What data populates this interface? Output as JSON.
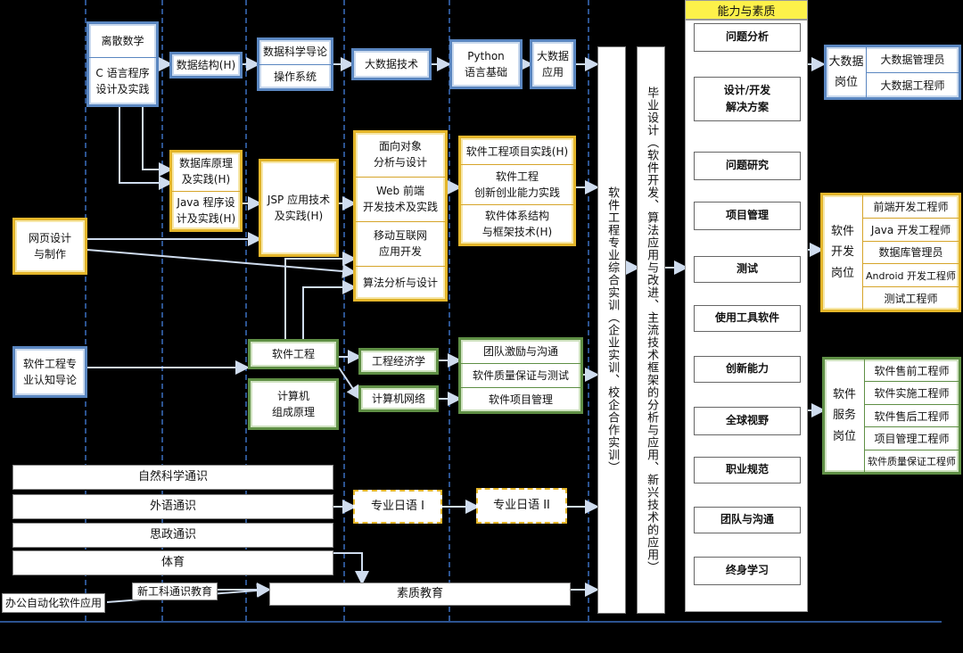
{
  "courses": {
    "discrete_math": "离散数学",
    "c_programming": "C 语言程序\n设计及实践",
    "data_structures": "数据结构(H)",
    "ds_intro": "数据科学导论",
    "os": "操作系统",
    "big_data_tech": "大数据技术",
    "python": "Python\n语言基础",
    "big_data_app": "大数据\n应用",
    "database": "数据库原理\n及实践(H)",
    "java": "Java 程序设\n计及实践(H)",
    "jsp": "JSP 应用技术\n及实践(H)",
    "ooad": "面向对象\n分析与设计",
    "web": "Web 前端\n开发技术及实践",
    "mobile": "移动互联网\n应用开发",
    "algorithms": "算法分析与设计",
    "se_project": "软件工程项目实践(H)",
    "se_innovation": "软件工程\n创新创业能力实践",
    "architecture": "软件体系结构\n与框架技术(H)",
    "web_page": "网页设计\n与制作",
    "se_intro": "软件工程专\n业认知导论",
    "software_eng": "软件工程",
    "computer_org": "计算机\n组成原理",
    "eng_econ": "工程经济学",
    "networks": "计算机网络",
    "team": "团队激励与沟通",
    "qa": "软件质量保证与测试",
    "proj_mgmt": "软件项目管理",
    "natural_sci": "自然科学通识",
    "foreign_lang": "外语通识",
    "ideology": "思政通识",
    "pe": "体育",
    "office": "办公自动化软件应用",
    "new_eng": "新工科通识教育",
    "quality_edu": "素质教育",
    "japanese1": "专业日语 I",
    "japanese2": "专业日语 II"
  },
  "practice": {
    "comprehensive": "软件工程专业综合实训（企业实训、校企合作实训）",
    "graduation": "毕业设计（软件开发、算法应用与改进、主流技术框架的分析与应用、新兴技术的应用）"
  },
  "abilities": {
    "header": "能力与素质",
    "items": [
      "问题分析",
      "设计/开发\n解决方案",
      "问题研究",
      "项目管理",
      "测试",
      "使用工具软件",
      "创新能力",
      "全球视野",
      "职业规范",
      "团队与沟通",
      "终身学习"
    ]
  },
  "posts": {
    "big_data": {
      "title": "大数据\n岗位",
      "roles": [
        "大数据管理员",
        "大数据工程师"
      ]
    },
    "software_dev": {
      "title": "软件\n开发\n岗位",
      "roles": [
        "前端开发工程师",
        "Java 开发工程师",
        "数据库管理员",
        "Android 开发工程师",
        "测试工程师"
      ]
    },
    "software_service": {
      "title": "软件\n服务\n岗位",
      "roles": [
        "软件售前工程师",
        "软件实施工程师",
        "软件售后工程师",
        "项目管理工程师",
        "软件质量保证工程师"
      ]
    }
  },
  "colors": {
    "blue": "#5a86c0",
    "yellow": "#e3b52a",
    "green": "#5f8f45",
    "header": "#fdf14a",
    "divider": "#3a6fc0"
  }
}
